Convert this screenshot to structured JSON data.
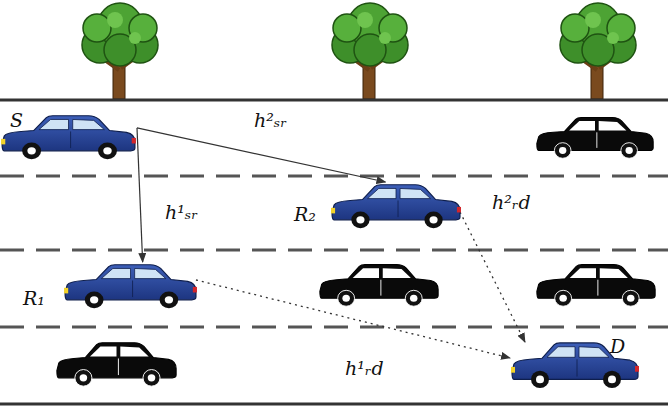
{
  "diagram": {
    "nodes": [
      {
        "text": [
          "S"
        ]
      },
      {
        "text": [
          "R₂"
        ]
      },
      {
        "text": [
          "R₁"
        ]
      },
      {
        "text": [
          "D"
        ]
      }
    ],
    "edges": [
      {
        "from": 0,
        "to": 1,
        "arrow": "to",
        "label": "h²ₛᵣ"
      },
      {
        "from": 0,
        "to": 2,
        "arrow": "to",
        "label": "h¹ₛᵣ"
      },
      {
        "from": 1,
        "to": 3,
        "arrow": "to",
        "label": "h²ᵣd"
      },
      {
        "from": 2,
        "to": 3,
        "arrow": "to",
        "label": "h¹ᵣd"
      }
    ]
  }
}
